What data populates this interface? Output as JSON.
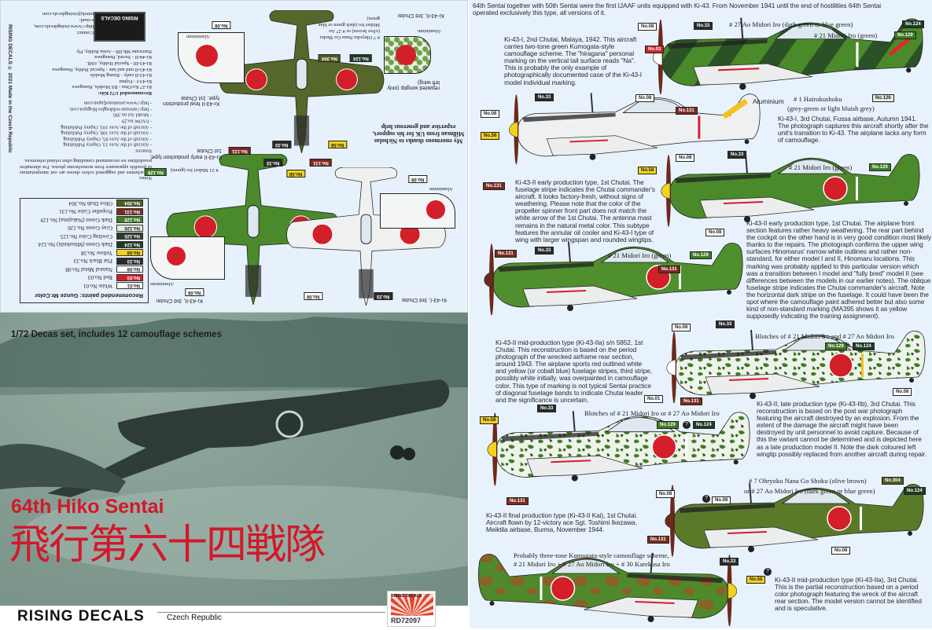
{
  "chips": {
    "no01": "No.01",
    "no03": "No.03",
    "no08": "No.08",
    "no33": "No.33",
    "no58": "No.58",
    "no124": "No.124",
    "no125": "No.125",
    "no126": "No.126",
    "no129": "No.129",
    "no131": "No.131",
    "no304": "No.304"
  },
  "question_mark": "?",
  "plus": "+",
  "left_panel": {
    "brand_vertical": "RISING DECALS © 2021 Made in the Czech Republic",
    "contact": {
      "label": "Contact:",
      "url": "http://www.risingdecals.com,",
      "email": "e-mail: mirek@risingdecals.com"
    },
    "logo_text": "RISING DECALS",
    "kits": {
      "title": "Recommended 1/72 Kits:",
      "items": [
        "Ki-27 Ko/Otsu - RS Models, Hasegawa",
        "Ki-43-I - Fujimi",
        "Ki-43-II early - Rising Models",
        "Ki-43-II mid and late - Special Hobby, Hasegawa",
        "Ki-43-III - Special Hobby, AML",
        "Ki-44-II - Sword, Hasegawa",
        "Hurricane Mk.IIB - Arma Hobby, Fly"
      ]
    },
    "sources": {
      "title": "Sources:",
      "items": [
        "- Aircraft of the Aces 13, Osprey Publishing",
        "- Aircraft of the Aces 85, Osprey Publishing",
        "- Aircraft of the Aces 100, Osprey Publishing",
        "- Aircraft of the Aces 103, Osprey Publishing",
        "- FAOW no.29",
        "- Model Art no.395",
        "- http://aerosan-wildeagles.blogspot.com",
        "- http://www.aviationofjapan.com"
      ]
    },
    "notes": {
      "title": "Notes:",
      "text": "All schemes and suggested colors shown are our interpretations of possible appearance from monochrome photos. For alternative possibilities we recommend consulting other related references."
    },
    "paints": {
      "title": "Recommended paints: Gunze Mr.Color",
      "items": [
        {
          "code": "No.01",
          "name": "White No.01",
          "color": "#ffffff"
        },
        {
          "code": "No.03",
          "name": "Red No.03",
          "color": "#d21f2a"
        },
        {
          "code": "No.08",
          "name": "Natural Metal No.08",
          "color": "#ffffff"
        },
        {
          "code": "No.33",
          "name": "Flat Black No.33",
          "color": "#2b2b2b"
        },
        {
          "code": "No.58",
          "name": "Yellow No.58",
          "color": "#f3d21c"
        },
        {
          "code": "No.124",
          "name": "Dark Green (Mitsubishi) No.124",
          "color": "#1f3b25"
        },
        {
          "code": "No.125",
          "name": "Cowling Color No.125",
          "color": "#2f3a2c"
        },
        {
          "code": "No.126",
          "name": "Gray Green No.126",
          "color": "#e5ebe1"
        },
        {
          "code": "No.129",
          "name": "Dark Green (Nakajima) No.129",
          "color": "#3f7c24"
        },
        {
          "code": "No.131",
          "name": "Propeller Color No.131",
          "color": "#7a2b1f"
        },
        {
          "code": "No.304",
          "name": "Olive Drab No.304",
          "color": "#4f5b22"
        }
      ]
    },
    "thanks": "My enormous thanks to Nicholas Millman from UK for his support, expertise and generous help",
    "labels": {
      "final_production": "Ki-43-II final production type, 1st Chutai",
      "early_production": "Ki-43-II early production type, 1st Chutai",
      "ki43ii_3rd": "Ki-43-II, 3rd Chutai",
      "ki43i_3rd": "Ki-43-I, 3rd Chutai",
      "repaired": "repaired wingtip (only left wing)",
      "olive_or_ao": "# 7 Ohryoku Nana Go Shoku (olive brown) or # 27 Ao Midori Iro (dark green or blue green)",
      "midori": "# 21 Midori Iro (green)",
      "aluminium": "Aluminium"
    }
  },
  "photo": {
    "set_caption": "1/72 Decas set, includes 12 camouflage schemes",
    "title": "64th Hiko Sentai",
    "title_jp": "飛行第六十四戦隊"
  },
  "footer": {
    "brand": "RISING DECALS",
    "country": "Czech Republic",
    "product_code": "RD72097",
    "box_logo_text": "RISING DECALS"
  },
  "right_panel": {
    "intro": "64th Sentai together with 50th Sentai were the first IJAAF units equipped with Ki-43. From November 1941 until the end of hostilities 64th Sentai operated exclusively this type, all versions of it.",
    "schemes": [
      {
        "text": "Ki-43-I, 2nd Chutai, Malaya, 1942. This aircraft carries two-tone green Kumogata-style camouflage scheme. The \"hiragana\" personal marking on the vertical tail surface reads \"Na\". This is probably the only example of photographically documented case of the Ki-43-I model individual marking.",
        "callouts": [
          "# 27 Ao Midori Iro (dark green or blue green)",
          "# 21 Midori Iro (green)"
        ]
      },
      {
        "text": "Ki-43-I, 3rd Chutai, Fussa airbase, Autumn 1941. The photograph captures this aircraft shortly after the unit's transition to Ki-43. The airplane lacks any form of camouflage.",
        "callouts": [
          "Aluminium",
          "# 1 Hairokushoku",
          "(grey-green or light bluish grey)"
        ]
      },
      {
        "text": "Ki-43-II early production type, 1st Chutai. The fuselage stripe indicates the Chutai commander's aircraft. It looks factory-fresh, without signs of weathering. Please note that the color of the propeller spinner front part does not match the white arrow of the 1st Chutai. The antenna mast remains in the natural metal color. This subtype features the annular oil cooler and Ki-43-I type of wing with larger wingspan and rounded wingtips.",
        "callouts": [
          "# 21 Midori Iro (green)"
        ]
      },
      {
        "text": "Ki-43-II early production type, 1st Chutai. The airplane front section features rather heavy weathering. The rear part behind the cockpit on the other hand is in very good condition most likely thanks to the repairs. The photograph confirms the upper wing surfaces Hinomarus' narrow white outlines and rather non-standard, for either model I and II, Hinomaru locations. This marking was probably applied to this particular version which was a transition between I model and \"fully bred\" model II (see differences between the models in our earlier notes). The oblique fuselage stripe indicates the Chutai commander's aircraft. Note the horizontal dark stripe on the fuselage. It could have been the spot where the camouflage paint adhered better but also some kind of non-standard marking (MA395 shows it as yellow supposedly indicating the training assignment).",
        "callouts": [
          "# 21 Midori Iro (green)"
        ]
      },
      {
        "text": "Ki-43-II mid-production type (Ki-43-IIa) s/n 5852, 1st Chutai. This reconstruction is based on the period photograph of the wrecked airframe rear section, around 1943. The airplane sports red outlined white and yellow (or cobalt blue) fuselage stripes, third stripe, possibly white initially, was overpainted in camouflage color. This type of marking is not typical Sentai practice of diagonal fuselage bands to indicate Chutai leader and the significance is uncertain.",
        "callouts": [
          "Blotches of # 21 Midori Iro and # 27 Ao Midori Iro"
        ]
      },
      {
        "text": "Ki-43-II, late production type (Ki-43-IIb), 3rd Chutai. This reconstruction is based on the post war photograph featuring the aircraft destroyed by an explosion. From the extent of the damage the aircraft might have been destroyed by unit personnel to avoid capture. Because of this the variant cannot be determined and is depicted here as a late production model II. Note the dark coloured left wingtip possibly replaced from another aircraft during repair.",
        "callouts": [
          "Blotches of # 21 Midori Iro or # 27 Ao Midori Iro"
        ]
      },
      {
        "text": "Ki-43-II final production type (Ki-43-II Kai), 1st Chutai. Aircraft flown by 12-victory ace Sgt. Toshimi Ikezawa. Meiktila airbase, Burma, November 1944.",
        "callouts": [
          "# 7 Ohryoku Nana Go Shoku (olive brown)",
          "or # 27 Ao Midori Iro (dark green or blue green)"
        ]
      },
      {
        "text": "Ki-43-II mid-production type (Ki-43-IIa), 3rd Chutai. This is the partial reconstruction based on a period color photograph featuring the wreck of the aircraft rear section. The model version cannot be identified and is speculative.",
        "callouts": [
          "Probably three-tone Kumogata-style camouflage scheme,",
          "# 21 Midori Iro + # 27 Ao Midori Iro + # 30 Karekusa Iro"
        ]
      }
    ]
  }
}
